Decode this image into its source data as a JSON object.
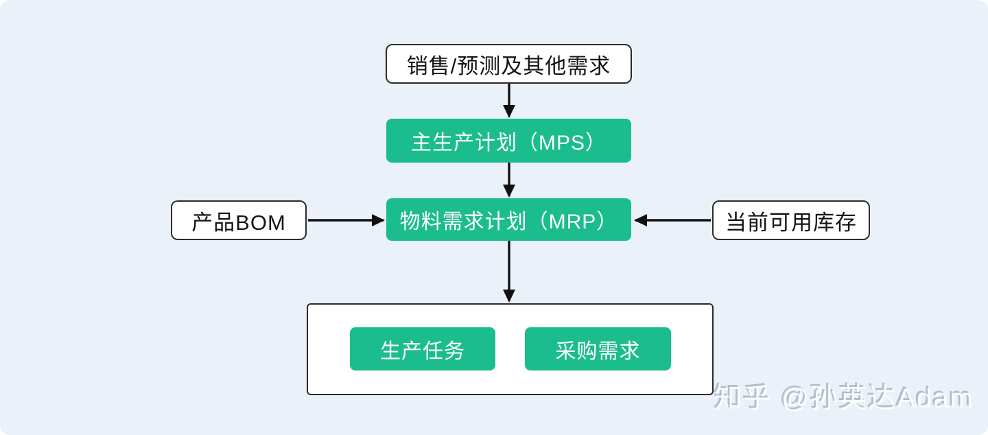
{
  "diagram": {
    "nodes": {
      "sales_forecast": {
        "label": "销售/预测及其他需求",
        "style": "white"
      },
      "mps": {
        "label": "主生产计划（MPS）",
        "style": "green"
      },
      "mrp": {
        "label": "物料需求计划（MRP）",
        "style": "green"
      },
      "product_bom": {
        "label": "产品BOM",
        "style": "white"
      },
      "available_inventory": {
        "label": "当前可用库存",
        "style": "white"
      },
      "production_task": {
        "label": "生产任务",
        "style": "green"
      },
      "purchase_demand": {
        "label": "采购需求",
        "style": "green"
      }
    },
    "edges": [
      {
        "from": "sales_forecast",
        "to": "mps",
        "direction": "down"
      },
      {
        "from": "mps",
        "to": "mrp",
        "direction": "down"
      },
      {
        "from": "product_bom",
        "to": "mrp",
        "direction": "right"
      },
      {
        "from": "available_inventory",
        "to": "mrp",
        "direction": "left"
      },
      {
        "from": "mrp",
        "to": "outputs",
        "direction": "down"
      }
    ],
    "colors": {
      "background": "#EAF1F9",
      "node_green": "#1CBD8D",
      "node_border": "#2B2B2B",
      "arrow": "#111111"
    }
  },
  "watermark": {
    "text": "知乎 @孙英达Adam"
  }
}
